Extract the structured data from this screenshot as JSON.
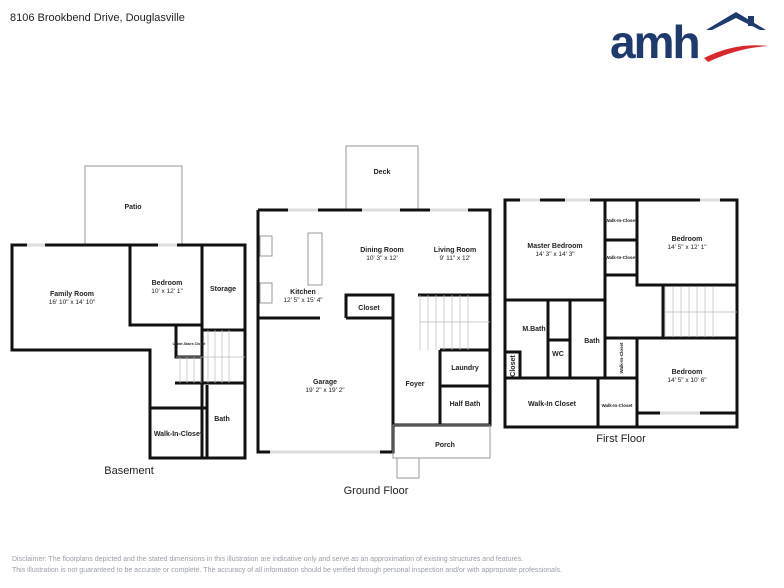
{
  "header": {
    "address": "8106 Brookbend Drive, Douglasville",
    "logo_text": "amh",
    "brand_colors": {
      "navy": "#1f3a6e",
      "red": "#d9262b"
    }
  },
  "floors": {
    "basement": {
      "label": "Basement",
      "rooms": {
        "patio": {
          "name": "Patio"
        },
        "family": {
          "name": "Family Room",
          "dims": "16' 10\" x 14' 10\""
        },
        "bedroom": {
          "name": "Bedroom",
          "dims": "10' x 12' 1\""
        },
        "storage": {
          "name": "Storage"
        },
        "understairs": {
          "name": "Under-Stairs Closet"
        },
        "bath": {
          "name": "Bath"
        },
        "walkin": {
          "name": "Walk-In-Closet"
        }
      }
    },
    "ground": {
      "label": "Ground Floor",
      "rooms": {
        "deck": {
          "name": "Deck"
        },
        "dining": {
          "name": "Dining Room",
          "dims": "10' 3\" x 12'"
        },
        "living": {
          "name": "Living Room",
          "dims": "9' 11\" x 12'"
        },
        "kitchen": {
          "name": "Kitchen",
          "dims": "12' 5\" x 15' 4\""
        },
        "closet": {
          "name": "Closet"
        },
        "garage": {
          "name": "Garage",
          "dims": "19' 2\" x 19' 2\""
        },
        "foyer": {
          "name": "Foyer"
        },
        "laundry": {
          "name": "Laundry"
        },
        "halfbath": {
          "name": "Half Bath"
        },
        "porch": {
          "name": "Porch"
        }
      }
    },
    "first": {
      "label": "First Floor",
      "rooms": {
        "master": {
          "name": "Master Bedroom",
          "dims": "14' 3\" x 14' 3\""
        },
        "wic1": {
          "name": "Walk-In-Closet"
        },
        "wic2": {
          "name": "Walk-In-Closet"
        },
        "bedroom1": {
          "name": "Bedroom",
          "dims": "14' 5\" x 12' 1\""
        },
        "mbath": {
          "name": "M.Bath"
        },
        "wc": {
          "name": "WC"
        },
        "bath": {
          "name": "Bath"
        },
        "closet": {
          "name": "Closet"
        },
        "wic3": {
          "name": "Walk-In-Closet"
        },
        "walkin": {
          "name": "Walk-In Closet"
        },
        "wic4": {
          "name": "Walk-In-Closet"
        },
        "bedroom2": {
          "name": "Bedroom",
          "dims": "14' 5\" x 10' 6\""
        }
      }
    }
  },
  "disclaimer": {
    "line1": "Disclaimer: The floorplans depicted and the stated dimensions in this illustration are indicative only and serve as an approximation of existing structures and features.",
    "line2": "This illustration is not guaranteed to be accurate or complete. The accuracy of all information should be verified through personal inspection and/or with appropriate professionals."
  }
}
